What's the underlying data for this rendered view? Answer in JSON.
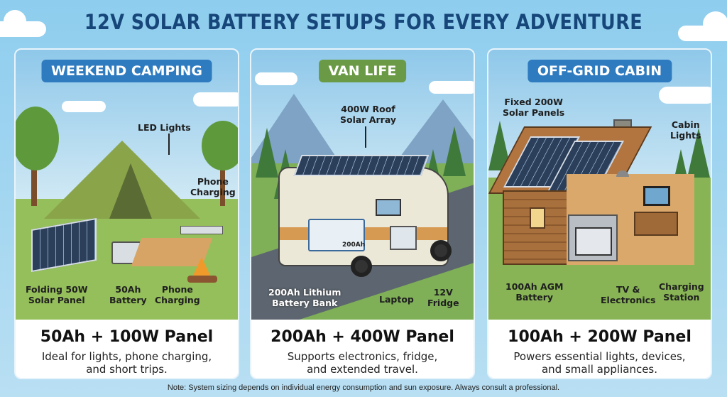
{
  "title": "12V SOLAR BATTERY SETUPS FOR EVERY ADVENTURE",
  "cards": [
    {
      "badge": "WEEKEND CAMPING",
      "badge_color": "#2f7bc0",
      "labels": {
        "led": "LED Lights",
        "phone_top": "Phone\nCharging",
        "panel": "Folding 50W\nSolar Panel",
        "battery": "50Ah\nBattery",
        "phone_bottom": "Phone\nCharging"
      },
      "headline": "50Ah + 100W Panel",
      "description": "Ideal for lights, phone charging,\nand short trips."
    },
    {
      "badge": "VAN LIFE",
      "badge_color": "#6a9a45",
      "labels": {
        "roof": "400W Roof\nSolar Array",
        "battery": "200Ah Lithium\nBattery Bank",
        "battery_tag": "200Ah",
        "laptop": "Laptop",
        "fridge": "12V\nFridge"
      },
      "headline": "200Ah + 400W Panel",
      "description": "Supports electronics, fridge,\nand extended travel."
    },
    {
      "badge": "OFF-GRID CABIN",
      "badge_color": "#2f7bc0",
      "labels": {
        "panels": "Fixed 200W\nSolar Panels",
        "lights": "Cabin\nLights",
        "battery": "100Ah AGM\nBattery",
        "tv": "TV &\nElectronics",
        "station": "Charging\nStation"
      },
      "headline": "100Ah + 200W Panel",
      "description": "Powers essential lights, devices,\nand small appliances."
    }
  ],
  "note": "Note: System sizing depends on individual energy consumption and sun exposure. Always consult a professional."
}
